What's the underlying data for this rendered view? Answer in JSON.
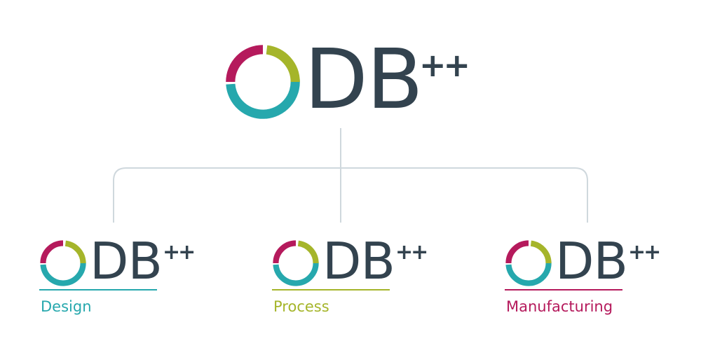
{
  "main": {
    "logo": {
      "db": "DB",
      "plus": "++"
    }
  },
  "branches": [
    {
      "db": "DB",
      "plus": "++",
      "label": "Design",
      "color": "#26a8ad"
    },
    {
      "db": "DB",
      "plus": "++",
      "label": "Process",
      "color": "#a5b52a"
    },
    {
      "db": "DB",
      "plus": "++",
      "label": "Manufacturing",
      "color": "#b51a5c"
    }
  ],
  "colors": {
    "text": "#33434f",
    "magenta": "#b51a5c",
    "olive": "#a5b52a",
    "teal": "#26a8ad",
    "connector": "#cfd8dd"
  }
}
